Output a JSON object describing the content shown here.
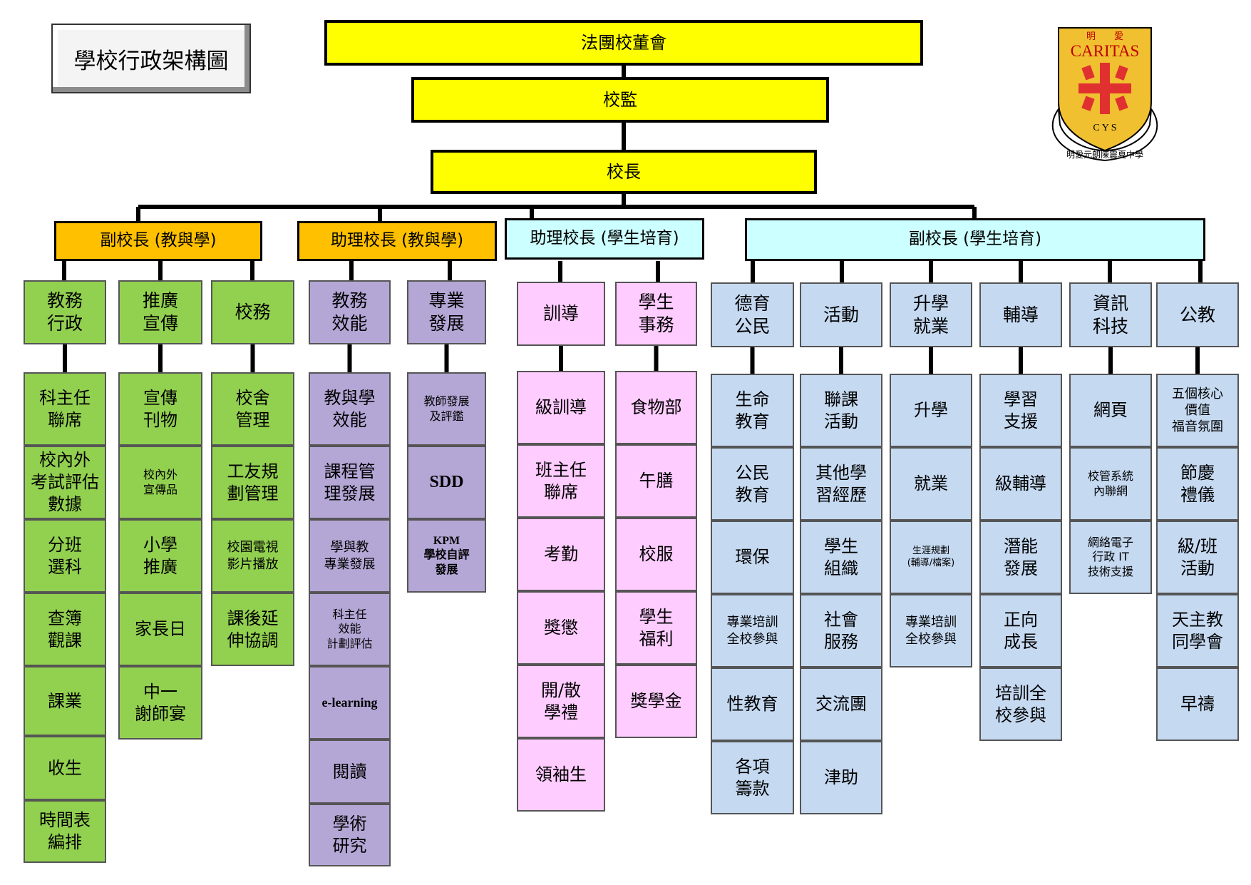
{
  "title": "學校行政架構圖",
  "logo": {
    "name": "CARITAS",
    "chinese_top": "明　　愛",
    "initials": "C Y S",
    "ribbon_text": "明愛元朗陳震夏中學",
    "colors": {
      "shield": "#f0c030",
      "cross": "#e03030"
    }
  },
  "colors": {
    "top": "#ffff00",
    "orange": "#ffc000",
    "cyan": "#ccffff",
    "green": "#92d050",
    "purple": "#b4a7d6",
    "pink": "#ffccff",
    "blue": "#c5d9f1"
  },
  "top": {
    "board": "法團校董會",
    "supervisor": "校監",
    "principal": "校長"
  },
  "level1": [
    "副校長 (教與學)",
    "助理校長 (教與學)",
    "助理校長 (學生培育)",
    "副校長 (學生培育)"
  ],
  "level2": [
    "教務\n行政",
    "推廣\n宣傳",
    "校務",
    "教務\n效能",
    "專業\n發展",
    "訓導",
    "學生\n事務",
    "德育\n公民",
    "活動",
    "升學\n就業",
    "輔導",
    "資訊\n科技",
    "公教"
  ],
  "level3": [
    [
      "科主任\n聯席",
      "校內外\n考試評估\n數據",
      "分班\n選科",
      "查簿\n觀課",
      "課業",
      "收生",
      "時間表\n編排"
    ],
    [
      "宣傳\n刊物",
      "校內外\n宣傳品",
      "小學\n推廣",
      "家長日",
      "中一\n謝師宴"
    ],
    [
      "校舍\n管理",
      "工友規\n劃管理",
      "校園電視\n影片播放",
      "課後延\n伸協調"
    ],
    [
      "教與學\n效能",
      "課程管\n理發展",
      "學與教\n專業發展",
      "科主任\n效能\n計劃評估",
      "e-learning",
      "閱讀",
      "學術\n研究"
    ],
    [
      "教師發展\n及評鑑",
      "SDD",
      "KPM\n學校自評\n發展"
    ],
    [
      "級訓導",
      "班主任\n聯席",
      "考勤",
      "獎懲",
      "開/散\n學禮",
      "領袖生"
    ],
    [
      "食物部",
      "午膳",
      "校服",
      "學生\n福利",
      "獎學金"
    ],
    [
      "生命\n教育",
      "公民\n教育",
      "環保",
      "專業培訓\n全校參與",
      "性教育",
      "各項\n籌款"
    ],
    [
      "聯課\n活動",
      "其他學\n習經歷",
      "學生\n組織",
      "社會\n服務",
      "交流團",
      "津助"
    ],
    [
      "升學",
      "就業",
      "生涯規劃\n(輔導/檔案)",
      "專業培訓\n全校參與"
    ],
    [
      "學習\n支援",
      "級輔導",
      "潛能\n發展",
      "正向\n成長",
      "培訓全\n校參與"
    ],
    [
      "網頁",
      "校管系統\n內聯網",
      "網絡電子\n行政 IT\n技術支援"
    ],
    [
      "五個核心\n價值\n福音氛圍",
      "節慶\n禮儀",
      "級/班\n活動",
      "天主教\n同學會",
      "早禱"
    ]
  ]
}
